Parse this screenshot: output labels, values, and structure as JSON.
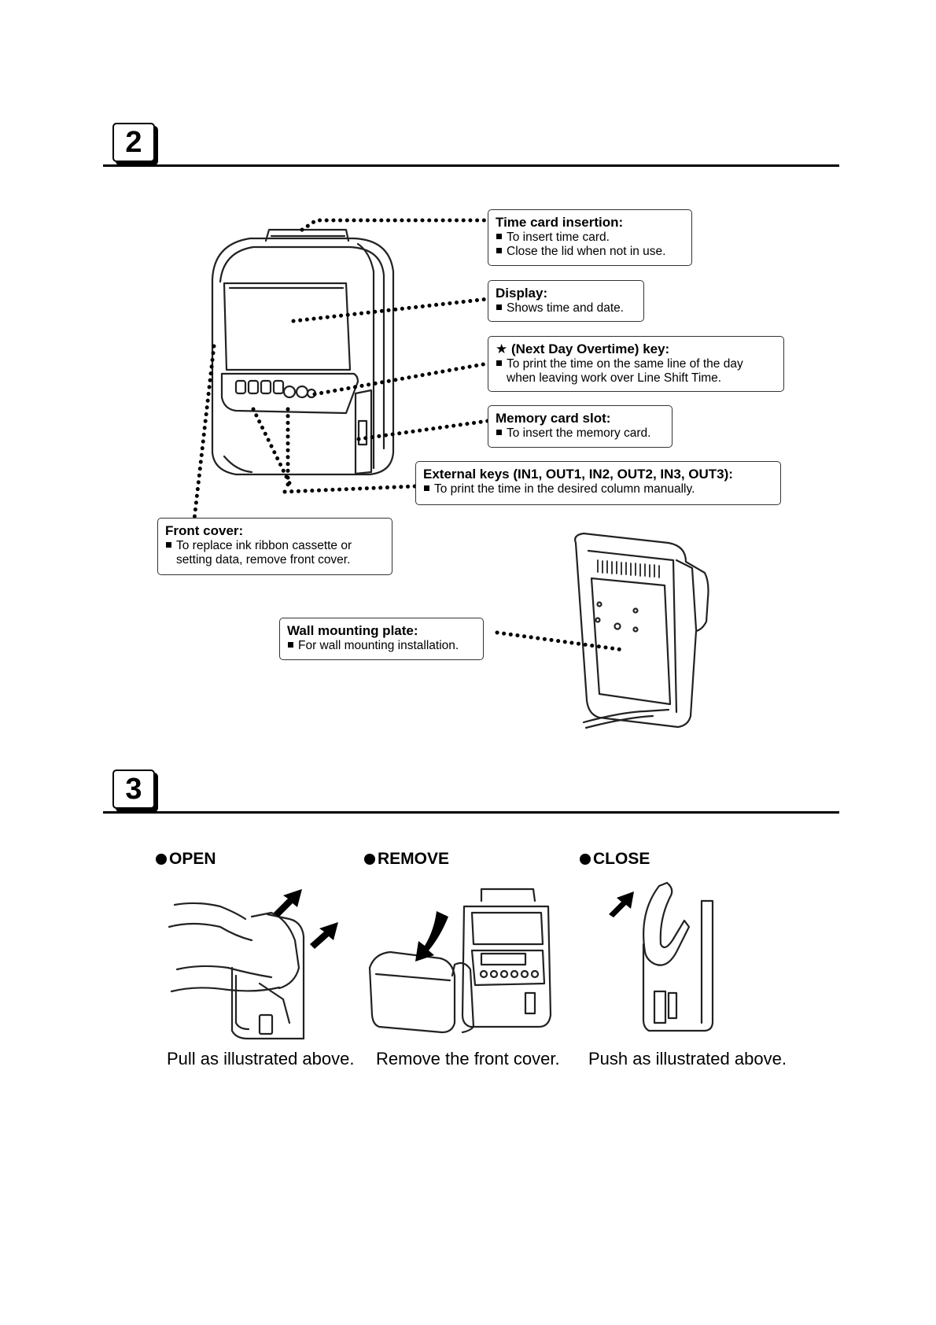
{
  "section2": {
    "number": "2"
  },
  "section3": {
    "number": "3"
  },
  "callouts": {
    "time_card": {
      "title": "Time card insertion:",
      "lines": [
        "To insert time card.",
        "Close the lid when not in use."
      ]
    },
    "display": {
      "title": "Display:",
      "lines": [
        "Shows time and date."
      ]
    },
    "overtime_key": {
      "title": "★ (Next Day Overtime) key:",
      "lines": [
        "To print the time on the same line of the day",
        "when leaving work over Line Shift Time."
      ]
    },
    "memory_card": {
      "title": "Memory card slot:",
      "lines": [
        "To insert the memory card."
      ]
    },
    "external_keys": {
      "title": "External keys (IN1, OUT1, IN2, OUT2, IN3, OUT3):",
      "lines": [
        "To print the time in the desired column manually."
      ]
    },
    "front_cover": {
      "title": "Front cover:",
      "lines": [
        "To replace ink ribbon cassette or",
        "setting data, remove front cover."
      ]
    },
    "wall_plate": {
      "title": "Wall mounting plate:",
      "lines": [
        "For wall mounting installation."
      ]
    }
  },
  "steps": [
    {
      "title": "OPEN",
      "caption": "Pull as illustrated above."
    },
    {
      "title": "REMOVE",
      "caption": "Remove the front cover."
    },
    {
      "title": "CLOSE",
      "caption": "Push as illustrated above."
    }
  ]
}
